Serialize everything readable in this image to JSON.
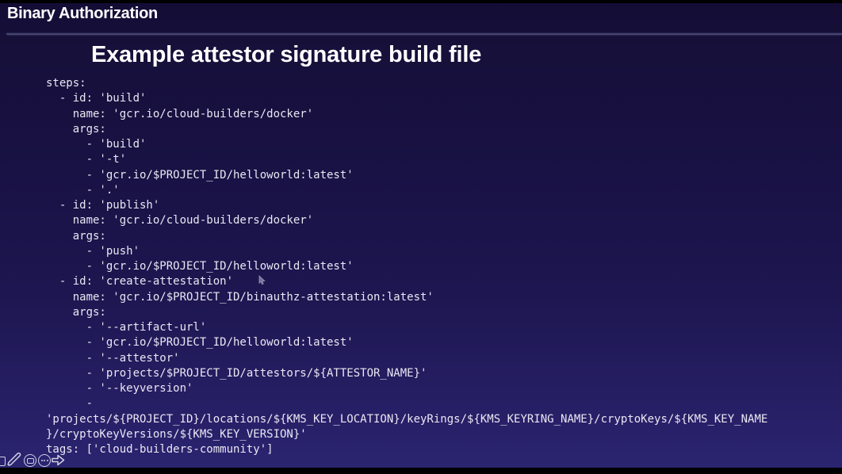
{
  "header": {
    "title": "Binary Authorization"
  },
  "slide": {
    "title": "Example attestor signature build file",
    "code_lines": [
      "steps:",
      "  - id: 'build'",
      "    name: 'gcr.io/cloud-builders/docker'",
      "    args:",
      "      - 'build'",
      "      - '-t'",
      "      - 'gcr.io/$PROJECT_ID/helloworld:latest'",
      "      - '.'",
      "  - id: 'publish'",
      "    name: 'gcr.io/cloud-builders/docker'",
      "    args:",
      "      - 'push'",
      "      - 'gcr.io/$PROJECT_ID/helloworld:latest'",
      "  - id: 'create-attestation'",
      "    name: 'gcr.io/$PROJECT_ID/binauthz-attestation:latest'",
      "    args:",
      "      - '--artifact-url'",
      "      - 'gcr.io/$PROJECT_ID/helloworld:latest'",
      "      - '--attestor'",
      "      - 'projects/$PROJECT_ID/attestors/${ATTESTOR_NAME}'",
      "      - '--keyversion'",
      "      -",
      "'projects/${PROJECT_ID}/locations/${KMS_KEY_LOCATION}/keyRings/${KMS_KEYRING_NAME}/cryptoKeys/${KMS_KEY_NAME",
      "}/cryptoKeyVersions/${KMS_KEY_VERSION}'",
      "tags: ['cloud-builders-community']"
    ]
  },
  "toolbar": {
    "icons": [
      "edit-square-icon",
      "pencil-icon",
      "laser-pointer-icon",
      "more-options-icon",
      "next-slide-icon"
    ]
  },
  "colors": {
    "background_top": "#130d36",
    "background_bottom": "#2b2470",
    "divider": "#45456f",
    "title_text": "#ffffff",
    "code_text": "#e9e7f3",
    "icon_stroke": "#cfcfe4"
  }
}
